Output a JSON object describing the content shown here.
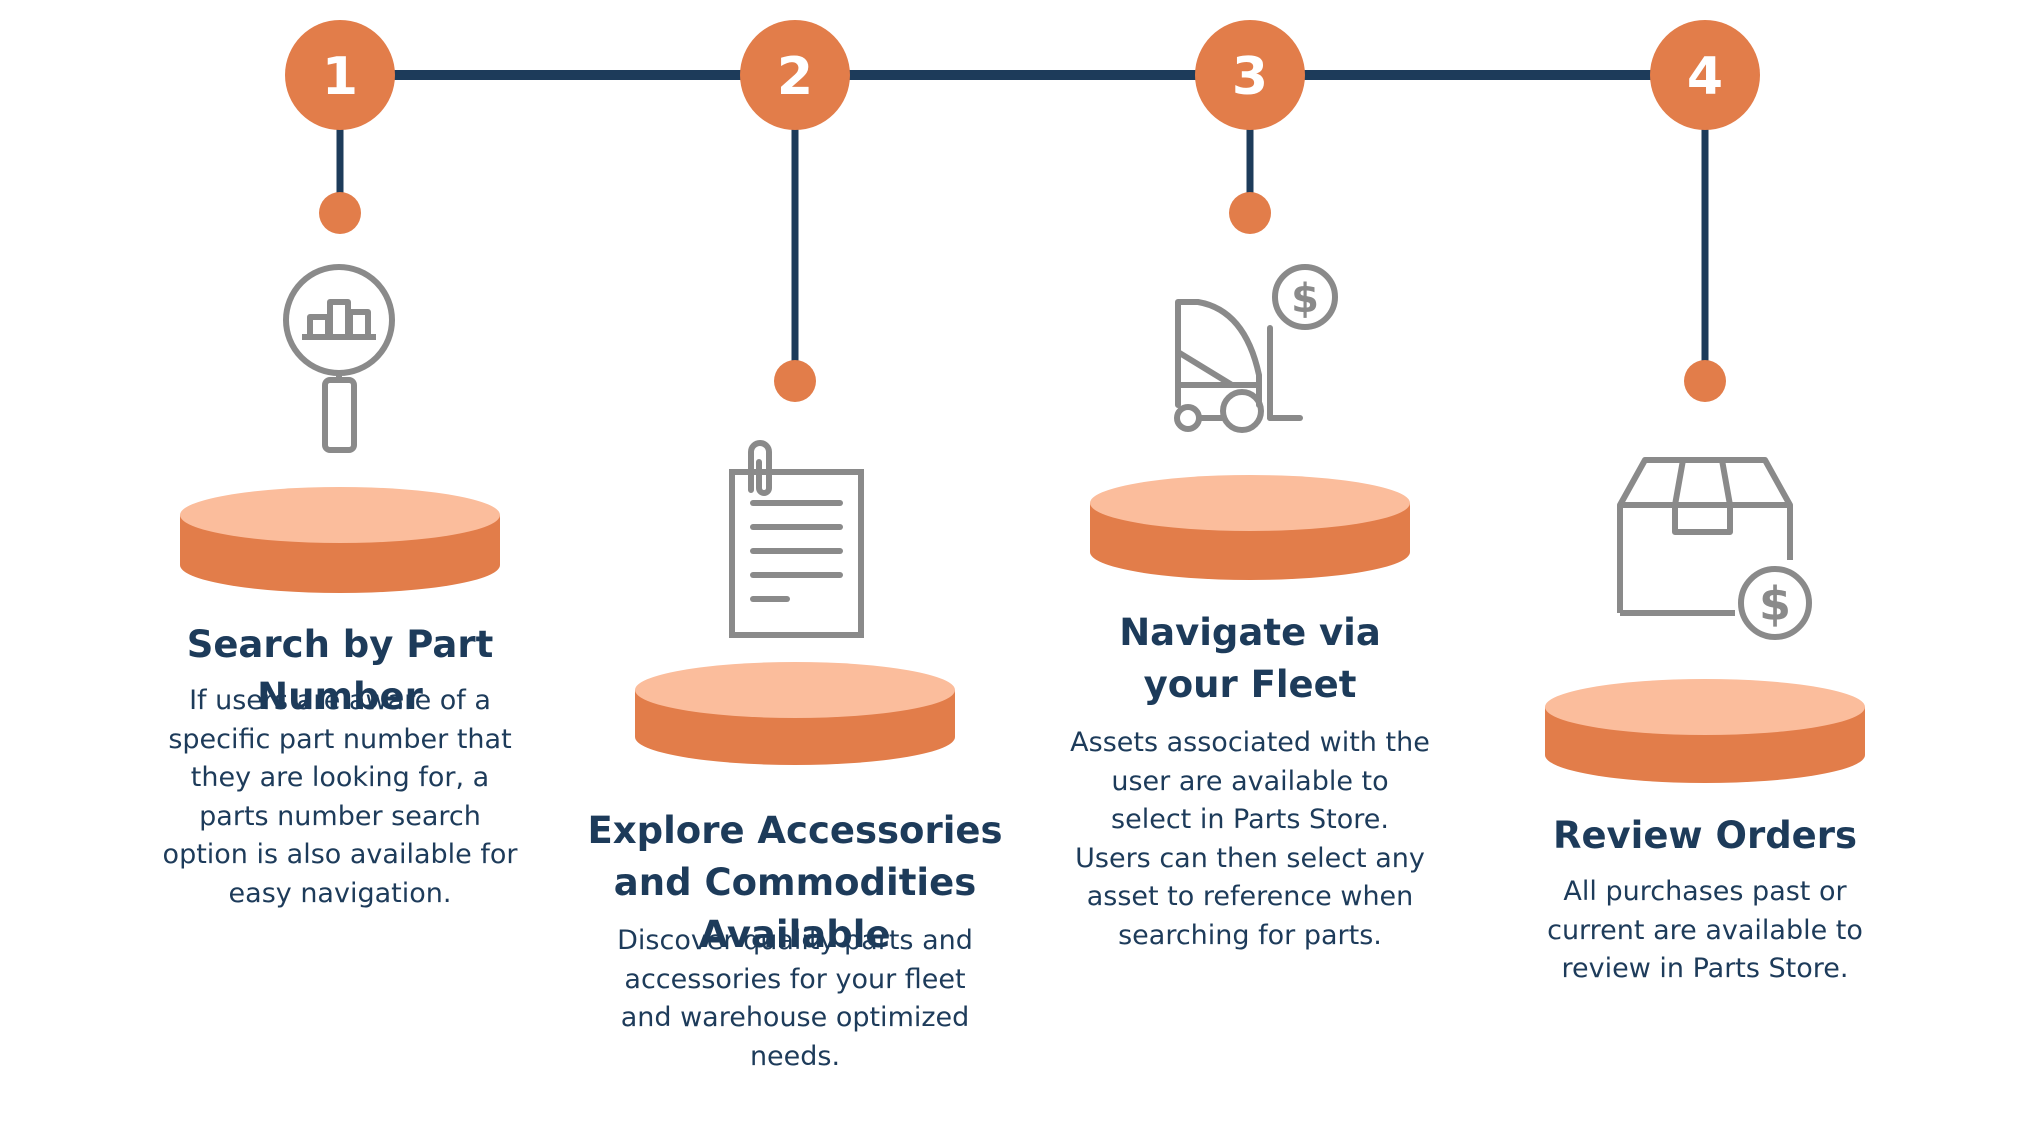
{
  "colors": {
    "navy": "#1d3b5a",
    "orange": "#e27d4a",
    "peach": "#fbbd9c",
    "icon_gray": "#8a8a8a"
  },
  "steps": [
    {
      "number": "1",
      "icon": "magnifier-chart-icon",
      "title": "Search by Part Number",
      "description": "If users are aware of a specific part number that they are looking for, a parts number search option is also available for easy navigation."
    },
    {
      "number": "2",
      "icon": "clipboard-document-icon",
      "title": "Explore Accessories and Commodities Available",
      "description": "Discover quality parts and accessories for your fleet and warehouse optimized needs."
    },
    {
      "number": "3",
      "icon": "forklift-dollar-icon",
      "title": "Navigate via your Fleet",
      "description": "Assets associated with the user are available to select in Parts Store. Users can then select any asset to reference when searching for parts."
    },
    {
      "number": "4",
      "icon": "box-dollar-icon",
      "title": "Review Orders",
      "description": "All purchases past or current are available to review in Parts Store."
    }
  ]
}
